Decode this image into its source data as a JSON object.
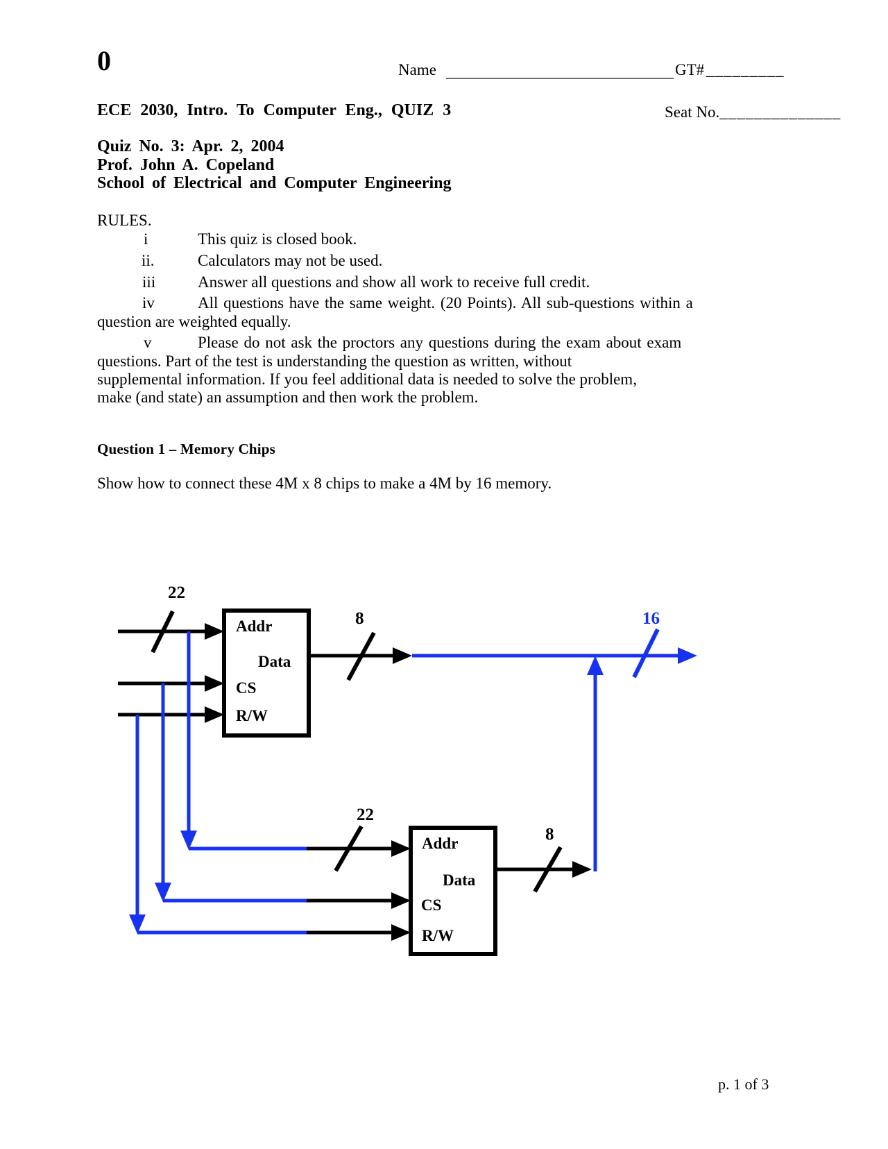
{
  "page": {
    "corner_mark": "0",
    "footer_page": "p. 1 of 3"
  },
  "header": {
    "name_label": "Name",
    "gt_label": "GT#",
    "gt_blank": "_________",
    "course_title": "ECE 2030, Intro. To Computer Eng., QUIZ 3",
    "seat_label": "Seat No.",
    "seat_blank": "______________",
    "quiz_line": "Quiz No. 3: Apr. 2, 2004",
    "professor": "Prof. John A. Copeland",
    "school": "School of Electrical and Computer Engineering"
  },
  "rules": {
    "heading": "RULES.",
    "items": [
      {
        "numeral": "i",
        "text": "This quiz is closed book."
      },
      {
        "numeral": "ii.",
        "text": "Calculators may not be used."
      },
      {
        "numeral": "iii",
        "text": "Answer all questions and show all work to receive full credit."
      },
      {
        "numeral": "iv",
        "text": "All questions have the same weight. (20 Points).  All sub-questions within a",
        "continuations": [
          "question are weighted equally."
        ]
      },
      {
        "numeral": "v",
        "text": "Please do not ask the proctors any questions during the exam about exam",
        "continuations": [
          "questions.  Part of the test is understanding the question as written, without",
          "supplemental information.  If you feel additional data is needed to solve the problem,",
          "make (and state) an assumption and then work the problem."
        ]
      }
    ]
  },
  "question1": {
    "heading": "Question 1 – Memory Chips",
    "prompt": "Show how to connect these 4M x 8 chips to  make a 4M by 16 memory."
  },
  "diagram": {
    "accent_color": "#1733f0",
    "wire_color": "#000000",
    "chip_top": {
      "addr_label": "Addr",
      "data_label": "Data",
      "cs_label": "CS",
      "rw_label": "R/W",
      "addr_bus_width": "22",
      "data_bus_width": "8"
    },
    "chip_bottom": {
      "addr_label": "Addr",
      "data_label": "Data",
      "cs_label": "CS",
      "rw_label": "R/W",
      "addr_bus_width": "22",
      "data_bus_width": "8"
    },
    "output_bus_width": "16"
  }
}
